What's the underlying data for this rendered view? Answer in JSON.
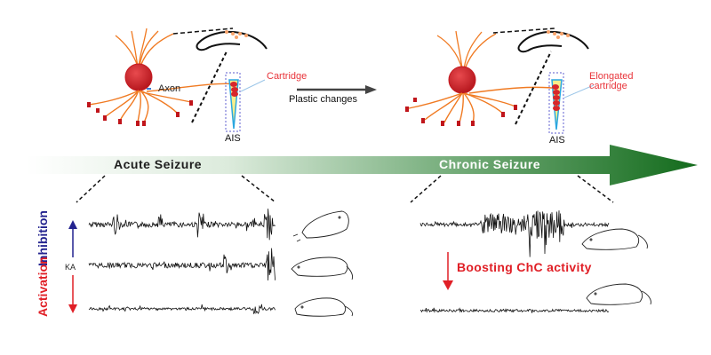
{
  "top_panel": {
    "left_neuron": {
      "axon_label": "Axon",
      "cartridge_label": "Cartridge",
      "ais_label": "AIS"
    },
    "transition": {
      "label": "Plastic changes"
    },
    "right_neuron": {
      "cartridge_label_line1": "Elongated",
      "cartridge_label_line2": "cartridge",
      "ais_label": "AIS"
    }
  },
  "timeline": {
    "stages": [
      "Acute Seizure",
      "Chronic Seizure"
    ],
    "colors": {
      "start": "#ffffff",
      "end": "#1a6b1f"
    }
  },
  "acute_panel": {
    "axis_labels": {
      "inhibition": "Inhibition",
      "activation": "Activation",
      "baseline": "KA"
    },
    "traces": [
      "inhibition-trace",
      "ka-trace",
      "activation-trace"
    ]
  },
  "chronic_panel": {
    "intervention_label": "Boosting ChC activity",
    "traces": [
      "chronic-seizure-trace",
      "boosted-trace"
    ]
  },
  "colors": {
    "neuron_soma": "#d7262b",
    "dendrite": "#f07a22",
    "ais": "#2aa7e0",
    "cartridge_fill": "#f7ee8a",
    "red_text": "#e8343a",
    "inhibition": "#23238f",
    "activation": "#e01f26"
  }
}
